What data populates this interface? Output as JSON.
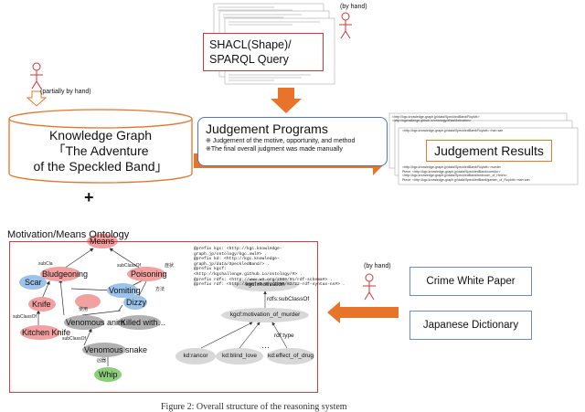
{
  "annotations": {
    "by_hand_top": "(by hand)",
    "partially_by_hand": "(partially by hand)",
    "by_hand_mid": "(by hand)",
    "plus": "+"
  },
  "shacl": {
    "line1": "SHACL(Shape)/",
    "line2": "SPARQL Query"
  },
  "knowledge_graph": {
    "line1": "Knowledge Graph",
    "line2": "「The Adventure",
    "line3": "of the Speckled Band」"
  },
  "judgement_programs": {
    "title": "Judgement Programs",
    "line1": "※ Judgement of the motive, opportunity, and method",
    "line2": "※The final overall judgment was made manually"
  },
  "judgement_results": {
    "title": "Judgement Results",
    "rows": [
      "<http://kgc.knowledge-graph.jp/data/SpeckledBand/Roylott>",
      "<http://kgchallenge.github.io/ontology/#hasMotivation>",
      "<http://kgc.knowledge-graph.jp/data/SpeckledBand/Roylott> man san",
      "<http://kgc.knowledge-graph.jp/data/SpeckledBand/Roylott> murder",
      "Piece: <http://kgc.knowledge-graph.jp/data/SpeckledBand/corridor>",
      "<http://kgc.knowledge-graph.jp/data/SpeckledBand/bedroom_of_Helen>",
      "Piece: <http://kgc.knowledge-graph.jp/data/SpeckledBand/garden_of_Roylott> man san"
    ]
  },
  "ontology": {
    "label": "Motivation/Means Ontology",
    "nodes": {
      "means": "Means",
      "bludgeoning": "Bludgeoning",
      "poisoning": "Poisoning",
      "scar": "Scar",
      "vomiting": "Vomiting",
      "dizzy": "Dizzy",
      "knife": "Knife",
      "kitchen_knife": "Kitchen Knife",
      "venomous_animal": "Venomous anim",
      "killed_with": "Killed with…",
      "venomous_snake": "Venomous snake",
      "whip": "Whip"
    },
    "edge_labels": {
      "subclassof": "subClassOf",
      "subclass_short": "subCla",
      "type_jp": "症状",
      "method_jp": "方法",
      "use_jp": "使用",
      "tool_jp": "凶器"
    }
  },
  "rdf_code": [
    "@prefix kgc: <http://kgc.knowledge-",
    "graph.jp/ontology/kgc.owl#> .",
    "@prefix kd: <http://kgc.knowledge-",
    "graph.jp/data/SpeckledBand/> .",
    "@prefix kgcf:",
    "<http://kgchallenge.github.io/ontology/#> .",
    "@prefix rdfs: <http://www.w3.org/2000/01/rdf-schema#> .",
    "@prefix rdf: <http://www.w3.org/1999/02/22-rdf-syntax-ns#> ."
  ],
  "subgraph": {
    "kgcf_motivation": "kgcf:motivation",
    "rdfs_subclassof": "rdfs:subClassOf",
    "motivation_of_murder": "kgcf:motivation_of_murder",
    "rdf_type": "rdf:type",
    "rancor": "kd:rancor",
    "blind_love": "kd:blind_love",
    "effect_of_drug": "kd:effect_of_drug",
    "dots": "…"
  },
  "sources": {
    "crime_white_paper": "Crime White Paper",
    "japanese_dictionary": "Japanese Dictionary"
  },
  "caption": "Figure 2: Overall structure of the reasoning system",
  "colors": {
    "arrow_orange": "#e8742a",
    "frame_red": "#d04040",
    "node_pink": "#f2a0a0",
    "node_blue": "#9cc3ea",
    "node_grey": "#b0b0b0",
    "node_green": "#8ccf7a",
    "box_blue": "#4a78b8"
  }
}
